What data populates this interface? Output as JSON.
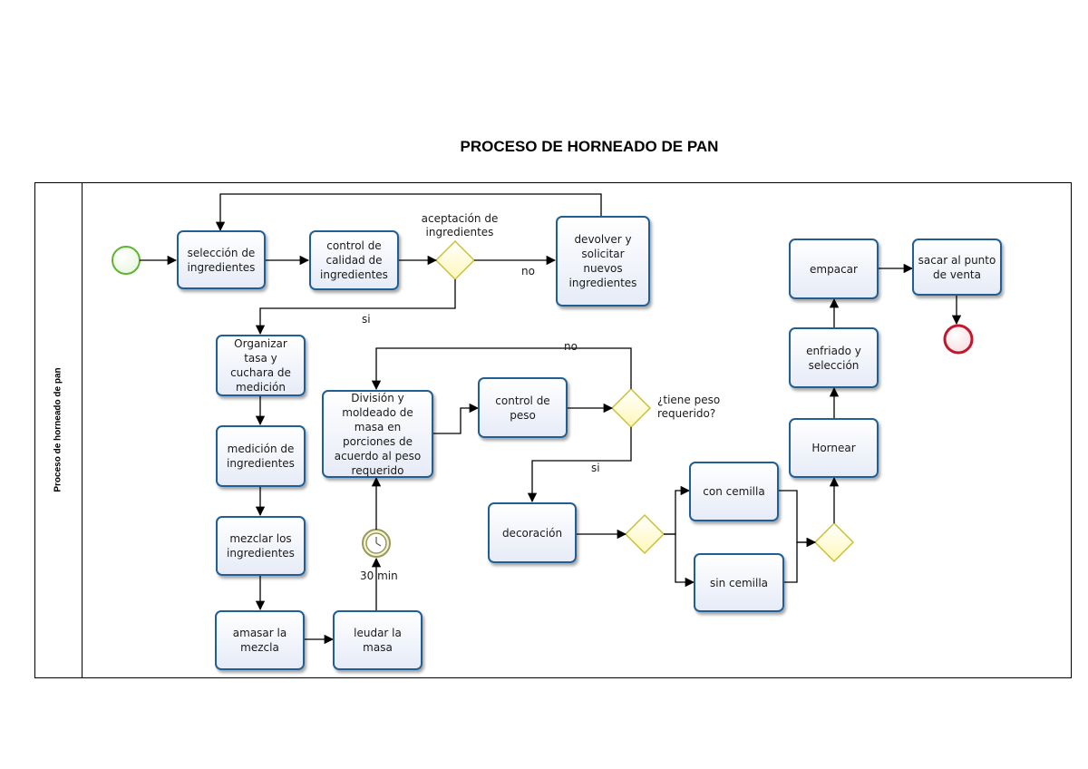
{
  "title": "PROCESO DE HORNEADO DE PAN",
  "lane_label": "Proceso de horneado de pan",
  "tasks": {
    "seleccion": "selección de ingredientes",
    "control_calidad": "control de calidad de ingredientes",
    "devolver": "devolver y solicitar nuevos ingredientes",
    "organizar": "Organizar tasa y cuchara de medición",
    "medicion": "medición de ingredientes",
    "mezclar": "mezclar los ingredientes",
    "amasar": "amasar la mezcla",
    "leudar": "leudar la masa",
    "division": "División y moldeado de masa en porciones de acuerdo al peso requerido",
    "control_peso": "control de peso",
    "decoracion": "decoración",
    "con_cemilla": "con cemilla",
    "sin_cemilla": "sin cemilla",
    "hornear": "Hornear",
    "enfriado": "enfriado y selección",
    "empacar": "empacar",
    "sacar": "sacar al punto de venta"
  },
  "gateways": {
    "aceptacion": "aceptación de ingredientes",
    "tiene_peso": "¿tiene peso requerido?"
  },
  "flow_labels": {
    "no_1": "no",
    "si_1": "si",
    "no_2": "no",
    "si_2": "si",
    "timer": "30 min"
  },
  "colors": {
    "task_border": "#1f5f96",
    "start_event": "#5cb531",
    "end_event": "#c4172e",
    "gateway_fill": "#fffbd0",
    "gateway_border": "#c9c238",
    "timer": "#9a9a56"
  }
}
